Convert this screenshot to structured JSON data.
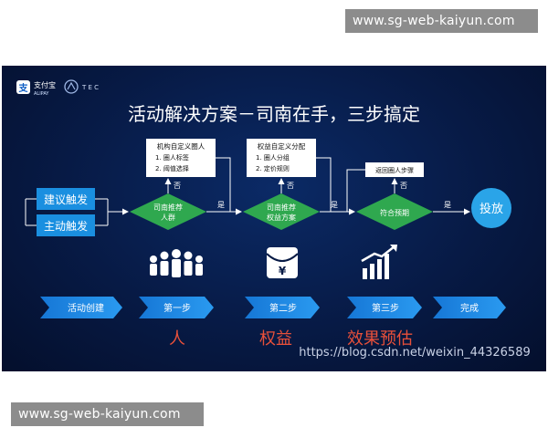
{
  "watermark_top": "www.sg-web-kaiyun.com",
  "watermark_bottom": "www.sg-web-kaiyun.com",
  "slide": {
    "logo_alipay_cn": "支付宝",
    "logo_alipay_en": "ALIPAY",
    "logo_tec": "T E C",
    "title": "活动解决方案－司南在手，三步搞定",
    "triggers": [
      "建议触发",
      "主动触发"
    ],
    "decisions": [
      {
        "line1": "司南推荐",
        "line2": "人群"
      },
      {
        "line1": "司南推荐",
        "line2": "权益方案"
      },
      {
        "line1": "符合预期",
        "line2": ""
      }
    ],
    "boxes": [
      {
        "title": "机构自定义圈人",
        "items": [
          "1. 圈人标签",
          "2. 阈值选择"
        ]
      },
      {
        "title": "权益自定义分配",
        "items": [
          "1. 圈人分组",
          "2. 定价规则"
        ]
      },
      {
        "title": "返回圈人步骤",
        "items": []
      }
    ],
    "no_label": "否",
    "yes_label": "是",
    "end_node": "投放",
    "steps": [
      "活动创建",
      "第一步",
      "第二步",
      "第三步",
      "完成"
    ],
    "step_titles": [
      "人",
      "权益",
      "效果预估"
    ],
    "watermark_url": "https://blog.csdn.net/weixin_44326589",
    "colors": {
      "background": "#071a45",
      "accent_blue": "#1a8fe0",
      "decision_green": "#2fa84f",
      "end_node": "#2aa4e8",
      "step_title_red": "#e8503a"
    }
  }
}
